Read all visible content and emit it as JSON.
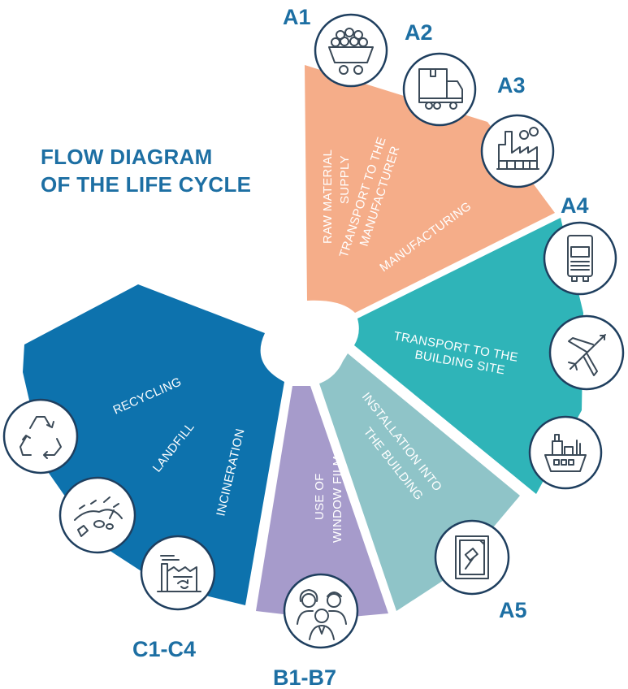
{
  "title": {
    "line1": "FLOW DIAGRAM",
    "line2": "OF THE LIFE CYCLE"
  },
  "colors": {
    "title": "#1d6fa3",
    "production": "#f5ad89",
    "transport": "#2fb4b8",
    "installation": "#8fc4c8",
    "use": "#a69bcb",
    "end_of_life": "#0d72ad",
    "icon_border": "#1f3f5f"
  },
  "stages": {
    "a1": {
      "code": "A1",
      "icon": "mine-cart-icon"
    },
    "a2": {
      "code": "A2",
      "icon": "delivery-truck-icon"
    },
    "a3": {
      "code": "A3",
      "icon": "factory-gears-icon"
    },
    "a4": {
      "code": "A4",
      "icons": [
        "semi-truck-icon",
        "airplane-icon",
        "cargo-ship-icon"
      ]
    },
    "a5": {
      "code": "A5",
      "icon": "window-installation-icon"
    },
    "b": {
      "code": "B1-B7",
      "icon": "people-group-icon"
    },
    "c": {
      "code": "C1-C4",
      "icons": [
        "recycling-icon",
        "landfill-icon",
        "incinerator-icon"
      ]
    }
  },
  "labels": {
    "raw_material_1": "RAW MATERIAL",
    "raw_material_2": "SUPPLY",
    "transport_manuf_1": "TRANSPORT TO THE",
    "transport_manuf_2": "MANUFACTURER",
    "manufacturing": "MANUFACTURING",
    "transport_site_1": "TRANSPORT TO THE",
    "transport_site_2": "BUILDING SITE",
    "installation_1": "INSTALLATION INTO",
    "installation_2": "THE BUILDING",
    "use_1": "USE OF",
    "use_2": "WINDOW FILM",
    "recycling": "RECYCLING",
    "landfill": "LANDFILL",
    "incineration": "INCINERATION"
  }
}
